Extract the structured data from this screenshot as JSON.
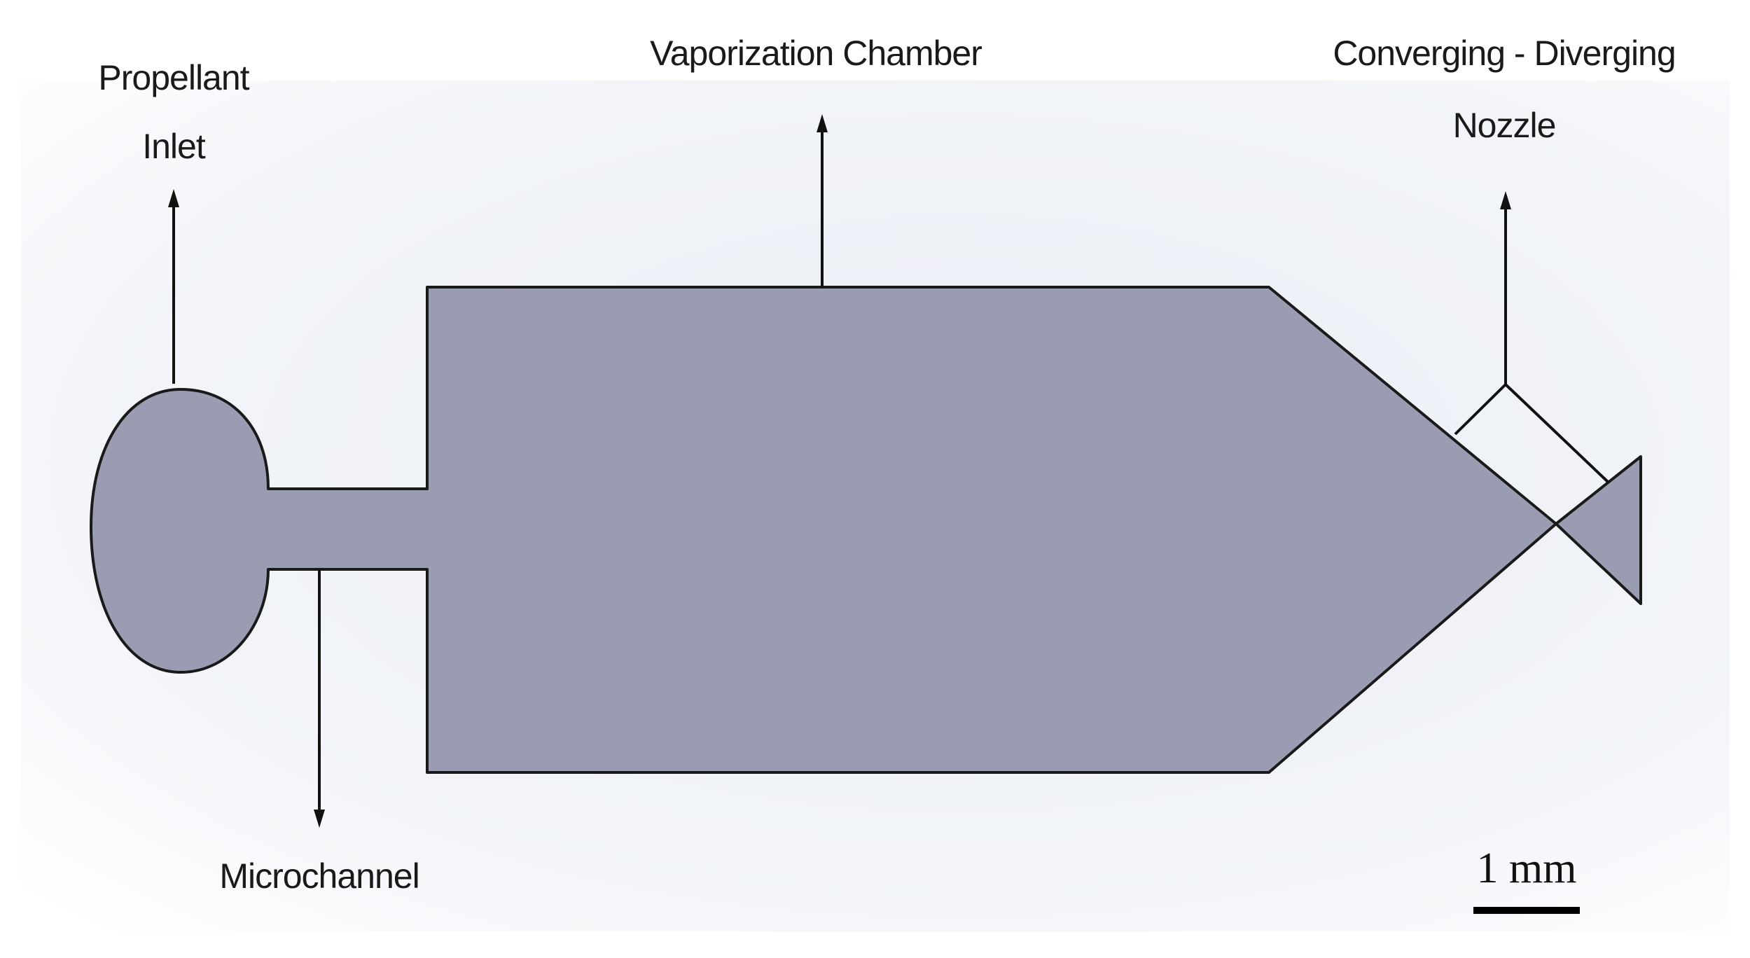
{
  "labels": {
    "propellant_inlet_line1": "Propellant",
    "propellant_inlet_line2": "Inlet",
    "vaporization_chamber": "Vaporization Chamber",
    "nozzle_line1": "Converging - Diverging",
    "nozzle_line2": "Nozzle",
    "microchannel": "Microchannel"
  },
  "scale_bar": {
    "label": "1 mm"
  },
  "colors": {
    "body_fill": "#9a9db2",
    "background_gradient_center": "#eef1f6",
    "background_gradient_edge": "#ffffff"
  }
}
